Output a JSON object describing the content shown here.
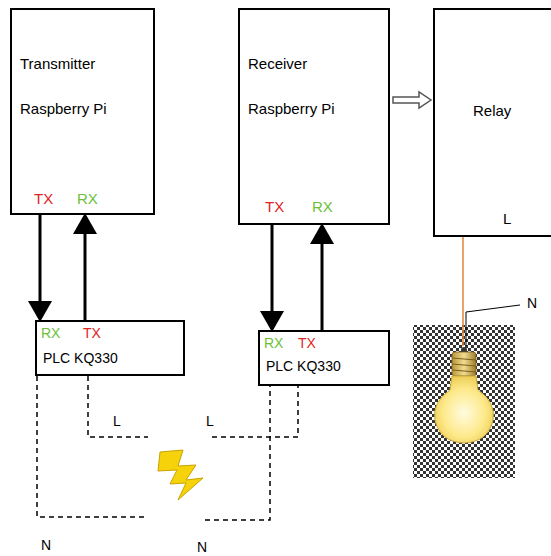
{
  "diagram": {
    "nodes": [
      {
        "text": [
          "Transmitter",
          "Raspberry Pi",
          "TX",
          "RX"
        ]
      },
      {
        "text": [
          "Receiver",
          "Raspberry Pi",
          "TX",
          "RX"
        ]
      },
      {
        "text": [
          "Relay",
          "L"
        ]
      },
      {
        "text": [
          "RX",
          "TX",
          "PLC KQ330"
        ]
      },
      {
        "text": [
          "RX",
          "TX",
          "PLC KQ330"
        ]
      }
    ],
    "edges": [
      {
        "from": 0,
        "to": 3,
        "arrow": "to"
      },
      {
        "from": 3,
        "to": 0,
        "arrow": "to"
      },
      {
        "from": 1,
        "to": 4,
        "arrow": "to"
      },
      {
        "from": 4,
        "to": 1,
        "arrow": "to"
      },
      {
        "from": 1,
        "to": 2,
        "arrow": "to"
      },
      {
        "from": 3,
        "to": 4,
        "arrow": "none"
      },
      {
        "from": 3,
        "to": 4,
        "arrow": "none"
      }
    ],
    "labels": [
      "L",
      "L",
      "N",
      "N",
      "N"
    ]
  }
}
